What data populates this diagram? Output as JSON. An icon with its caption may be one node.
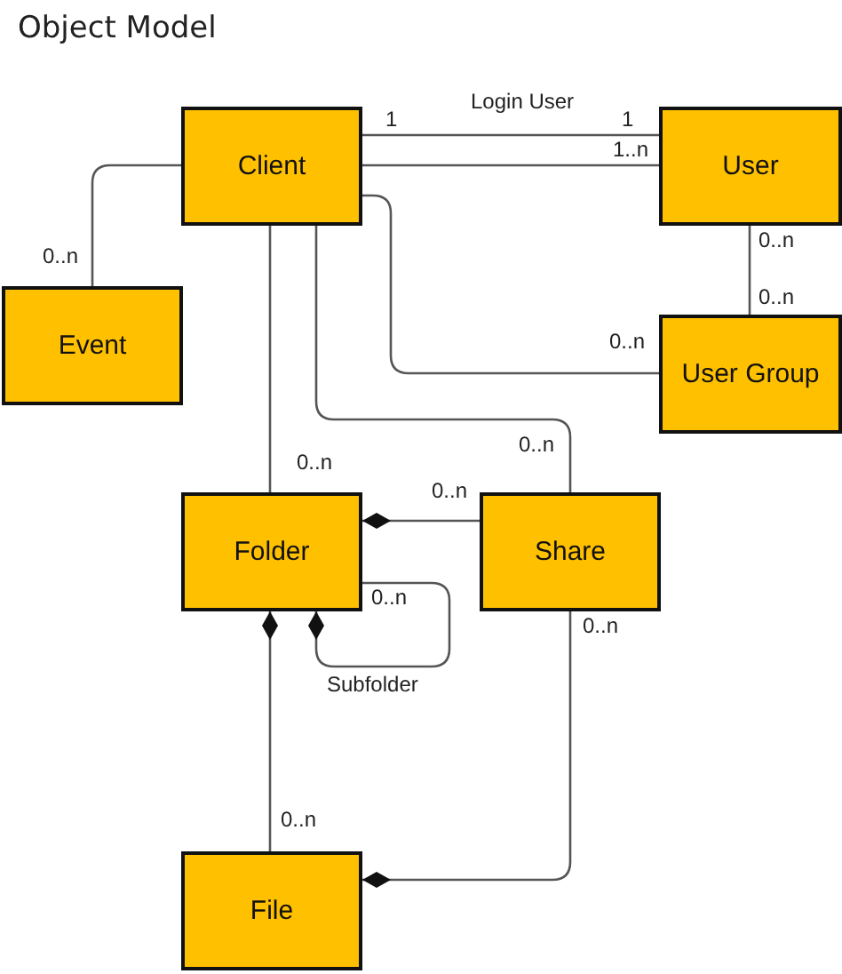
{
  "diagram": {
    "title": "Object Model",
    "nodes": [
      {
        "text": [
          "Client"
        ]
      },
      {
        "text": [
          "User"
        ]
      },
      {
        "text": [
          "Event"
        ]
      },
      {
        "text": [
          "User Group"
        ]
      },
      {
        "text": [
          "Folder"
        ]
      },
      {
        "text": [
          "Share"
        ]
      },
      {
        "text": [
          "File"
        ]
      }
    ],
    "edges": [
      {
        "from": 0,
        "to": 1,
        "arrow": "none",
        "label": "Login User"
      },
      {
        "from": 0,
        "to": 1,
        "arrow": "none"
      },
      {
        "from": 0,
        "to": 2,
        "arrow": "none"
      },
      {
        "from": 1,
        "to": 3,
        "arrow": "none"
      },
      {
        "from": 0,
        "to": 3,
        "arrow": "none"
      },
      {
        "from": 0,
        "to": 4,
        "arrow": "none"
      },
      {
        "from": 0,
        "to": 5,
        "arrow": "none"
      },
      {
        "from": 5,
        "to": 4,
        "arrow": "other"
      },
      {
        "from": 4,
        "to": 4,
        "arrow": "other",
        "label": "Subfolder"
      },
      {
        "from": 6,
        "to": 4,
        "arrow": "other"
      },
      {
        "from": 5,
        "to": 6,
        "arrow": "other"
      }
    ],
    "labels": [
      "1",
      "1",
      "1..n",
      "0..n",
      "0..n",
      "0..n",
      "0..n",
      "0..n",
      "0..n",
      "0..n",
      "0..n",
      "0..n",
      "0..n"
    ]
  }
}
